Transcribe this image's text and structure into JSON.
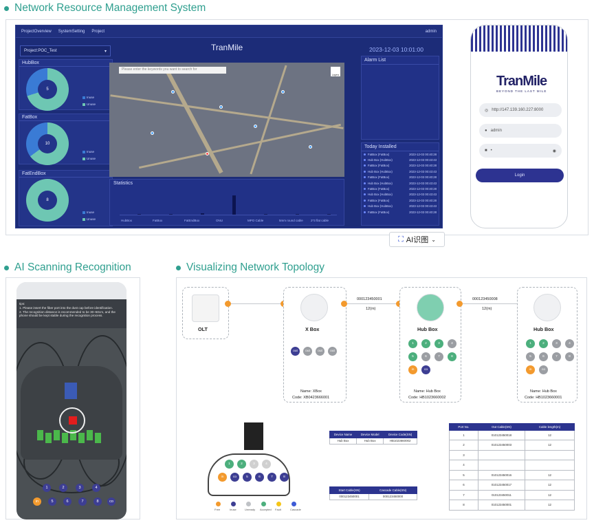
{
  "sections": {
    "network_mgmt": "Network Resource Management System",
    "ai_scanning": "AI Scanning Recognition",
    "topology": "Visualizing Network Topology"
  },
  "dashboard": {
    "nav": [
      "ProjectOverview",
      "SystemSetting",
      "Project"
    ],
    "user": "admin",
    "brand": "TranMile",
    "datetime": "2023-12-03 10:01:00",
    "project_select": "Project:POC_Test",
    "cards": [
      {
        "label": "HubBox",
        "count": "5",
        "legend": [
          "Inuse",
          "Unuse"
        ]
      },
      {
        "label": "FatBox",
        "count": "10",
        "legend": [
          "Inuse",
          "Unuse"
        ]
      },
      {
        "label": "FatEndBox",
        "count": "8",
        "legend": [
          "Inuse",
          "Unuse"
        ]
      }
    ],
    "map_search_placeholder": "Please enter the keywords you want to search for",
    "map_layer": "Layers",
    "stats_label": "Statistics",
    "stats_categories": [
      "HubBox",
      "FatBox",
      "FatEndBox",
      "ONU",
      "MPO Cable",
      "5mm round cable",
      "2*3 flat cable"
    ],
    "stats_values": [
      0.3,
      0.2,
      0.6,
      7,
      0,
      0,
      0
    ],
    "alarm_label": "Alarm List",
    "installed_label": "Today Installed",
    "installed": [
      {
        "name": "FatBox (FatBox)",
        "time": "2023-12-03 00:40:28"
      },
      {
        "name": "Hub Box (HubBox)",
        "time": "2023-12-03 00:43:43"
      },
      {
        "name": "FatBox (FatBox)",
        "time": "2023-12-03 00:40:28"
      },
      {
        "name": "Hub Box (HubBox)",
        "time": "2023-12-03 00:43:43"
      },
      {
        "name": "FatBox (FatBox)",
        "time": "2023-12-03 00:40:28"
      },
      {
        "name": "Hub Box (HubBox)",
        "time": "2023-12-03 00:43:43"
      },
      {
        "name": "FatBox (FatBox)",
        "time": "2023-12-03 00:40:28"
      },
      {
        "name": "Hub Box (HubBox)",
        "time": "2023-12-03 00:43:43"
      },
      {
        "name": "FatBox (FatBox)",
        "time": "2023-12-03 00:40:28"
      },
      {
        "name": "Hub Box (HubBox)",
        "time": "2023-12-03 00:43:43"
      },
      {
        "name": "FatBox (FatBox)",
        "time": "2023-12-03 00:40:28"
      }
    ]
  },
  "login": {
    "logo": "TranMile",
    "tagline": "BEYOND THE LAST MILE",
    "server": "http://147.139.160.227:8000",
    "username": "admin",
    "password": "•",
    "button": "Login"
  },
  "ai_button": "AI识图",
  "scan": {
    "tips": "tips:\n1. Please insert the fiber port into the dust cap before identification.\n2. The recognition distance is recommended to be 30~50cm, and the phone should be kept stable during the recognition process.",
    "ports": [
      "1",
      "2",
      "3",
      "4",
      "in",
      "5",
      "6",
      "7",
      "8",
      "co"
    ]
  },
  "topology": {
    "olt": "OLT",
    "xbox": {
      "title": "X Box",
      "name": "Name: XBox",
      "code": "Code: XB0423666001",
      "ports": [
        "out",
        "out",
        "out",
        "out"
      ]
    },
    "hub1": {
      "title": "Hub Box",
      "name": "Name: Hub Box",
      "code": "Code: HB1023660002"
    },
    "hub2": {
      "title": "Hub Box",
      "name": "Name: Hub Box",
      "code": "Code: HB1023660001"
    },
    "hub_ports": [
      "1",
      "2",
      "3",
      "4",
      "5",
      "6",
      "7",
      "8",
      "in",
      "co"
    ],
    "link1": {
      "id": "000123450001",
      "len": "12(m)"
    },
    "link2": {
      "id": "000123450008",
      "len": "12(m)"
    },
    "device_table": {
      "headers": [
        "Device Name",
        "Device Model",
        "Device Code(SN)"
      ],
      "row": [
        "Hub Box",
        "Hub Box",
        "HB1023660002"
      ]
    },
    "cable_table": {
      "headers": [
        "Start Cable(SN)",
        "Cascade Cable(SN)"
      ],
      "row": [
        "000123450001",
        "000123450000"
      ]
    },
    "port_table": {
      "headers": [
        "Port No.",
        "Out Cable(SN)",
        "Cable length(m)"
      ],
      "rows": [
        [
          "1",
          "010123450018",
          "12"
        ],
        [
          "2",
          "010123450003",
          "12"
        ],
        [
          "3",
          "",
          ""
        ],
        [
          "4",
          "",
          ""
        ],
        [
          "5",
          "010123450016",
          "12"
        ],
        [
          "6",
          "010123450017",
          "12"
        ],
        [
          "7",
          "010123450011",
          "12"
        ],
        [
          "8",
          "010123450001",
          "12"
        ]
      ]
    },
    "diagram_ports": [
      "1",
      "2",
      "3",
      "4",
      "in",
      "co",
      "5",
      "6",
      "7",
      "8"
    ],
    "legend": [
      "Free",
      "Inuse",
      "Unready",
      "Accepted",
      "Fault",
      "Cascade"
    ],
    "colors": {
      "orange": "#f39a2e",
      "green": "#4caf7d",
      "purple": "#3d3e93",
      "grey": "#9b9ea3",
      "teal": "#2f9f8f"
    }
  }
}
